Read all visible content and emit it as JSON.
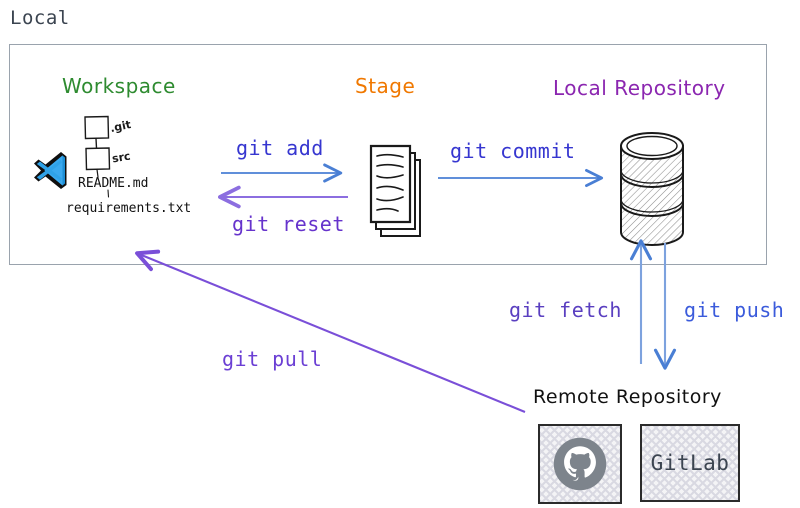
{
  "diagram": {
    "title": "Local",
    "type": "git-workflow-diagram",
    "sections": {
      "local": {
        "label": "Local",
        "columns": [
          {
            "id": "workspace",
            "label": "Workspace",
            "color": "#2e8b30",
            "icon": "vscode-icon"
          },
          {
            "id": "stage",
            "label": "Stage",
            "color": "#f07800",
            "icon": "document-stack-icon"
          },
          {
            "id": "local-repository",
            "label": "Local Repository",
            "color": "#8b26b0",
            "icon": "database-cylinder-icon"
          }
        ]
      },
      "remote": {
        "label": "Remote Repository",
        "color": "#111111",
        "providers": [
          {
            "id": "github",
            "label": "",
            "icon": "github-octocat-icon"
          },
          {
            "id": "gitlab",
            "label": "GitLab",
            "icon": "gitlab-text-icon"
          }
        ]
      }
    },
    "workspace_tree": {
      "folders": [
        {
          "label": ".git"
        },
        {
          "label": "src"
        }
      ],
      "files": [
        {
          "label": "README.md"
        },
        {
          "label": "requirements.txt"
        }
      ]
    },
    "commands": [
      {
        "id": "git-add",
        "label": "git add",
        "color": "#3636d0",
        "from": "workspace",
        "to": "stage",
        "direction": "right"
      },
      {
        "id": "git-reset",
        "label": "git reset",
        "color": "#6633cc",
        "from": "stage",
        "to": "workspace",
        "direction": "left"
      },
      {
        "id": "git-commit",
        "label": "git commit",
        "color": "#3636d0",
        "from": "stage",
        "to": "local-repository",
        "direction": "right"
      },
      {
        "id": "git-fetch",
        "label": "git fetch",
        "color": "#5a3fc0",
        "from": "remote",
        "to": "local-repository",
        "direction": "up"
      },
      {
        "id": "git-push",
        "label": "git push",
        "color": "#3b5bdb",
        "from": "local-repository",
        "to": "remote",
        "direction": "down"
      },
      {
        "id": "git-pull",
        "label": "git pull",
        "color": "#6b3fd4",
        "from": "remote",
        "to": "workspace",
        "direction": "diagonal-up-left"
      }
    ],
    "colors": {
      "workspace": "#2e8b30",
      "stage": "#f07800",
      "local_repository": "#8b26b0",
      "remote_repository": "#111111",
      "arrow_blue": "#4a7fd4",
      "arrow_purple": "#8c6ee0",
      "box_border": "#9aa3ad",
      "title_text": "#3b4450"
    }
  }
}
